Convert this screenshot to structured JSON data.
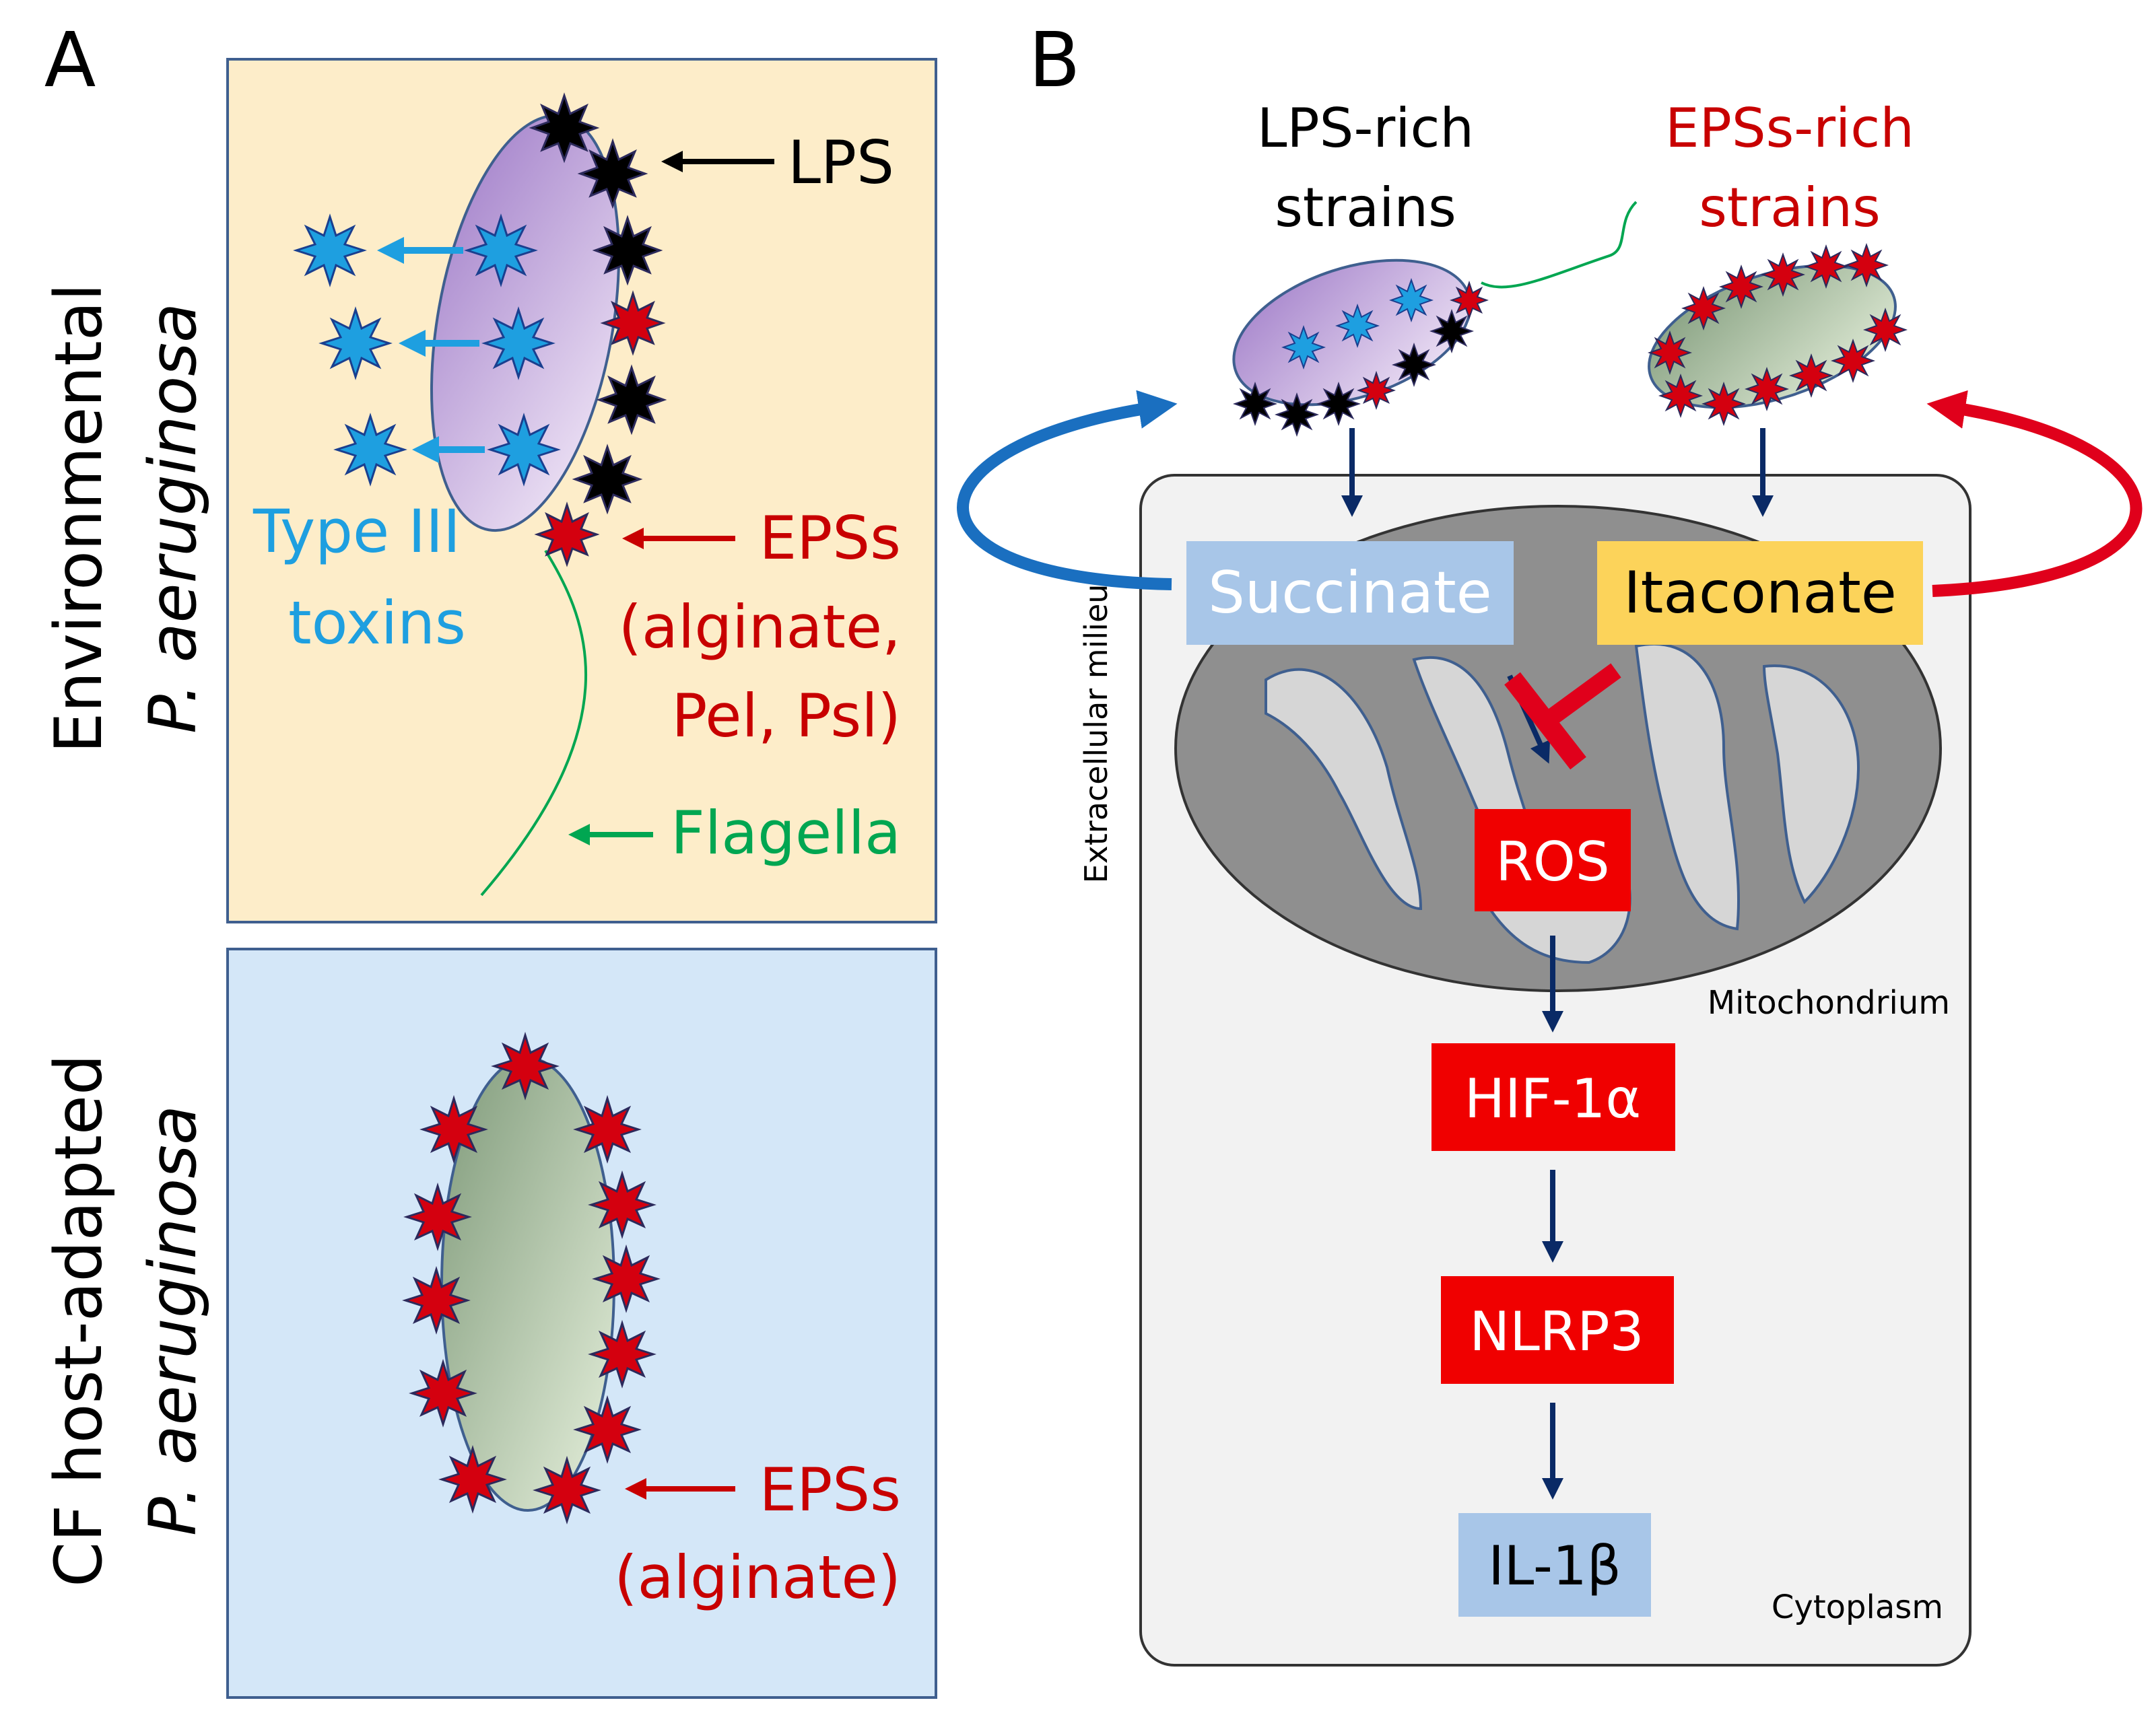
{
  "panel_a": {
    "letter": "A",
    "environmental": {
      "row_label_line1": "Environmental",
      "row_label_line2": "P. aeruginosa",
      "lps_label": "LPS",
      "toxins_label_line1": "Type III",
      "toxins_label_line2": "toxins",
      "eps_label_line1": "EPSs",
      "eps_label_line2": "(alginate,",
      "eps_label_line3": "Pel, Psl)",
      "flagella_label": "Flagella"
    },
    "cf": {
      "row_label_line1": "CF host-adapted",
      "row_label_line2": "P. aeruginosa",
      "eps_label_line1": "EPSs",
      "eps_label_line2": "(alginate)"
    }
  },
  "panel_b": {
    "letter": "B",
    "lps_strains_line1": "LPS-rich",
    "lps_strains_line2": "strains",
    "eps_strains_line1": "EPSs-rich",
    "eps_strains_line2": "strains",
    "extracellular": "Extracellular milieu",
    "mitochondrion": "Mitochondrium",
    "cytoplasm": "Cytoplasm",
    "succinate": "Succinate",
    "itaconate": "Itaconate",
    "ros": "ROS",
    "hif": "HIF-1α",
    "nlrp3": "NLRP3",
    "il1b": "IL-1β"
  },
  "colors": {
    "red": "#e0001b",
    "navy": "#0a2a66",
    "blue_arrow": "#1a6fc0",
    "toxin": "#1e9fe0",
    "flagella": "#00a651",
    "env_bg": "#fdedc9",
    "cf_bg": "#d4e7f8",
    "cytoplasm_bg": "#f2f2f2",
    "mito_outer": "#8f8f8f",
    "succinate_box": "#a8c6e8",
    "itaconate_box": "#fcd35a",
    "il1b_box": "#a8c6e8"
  }
}
